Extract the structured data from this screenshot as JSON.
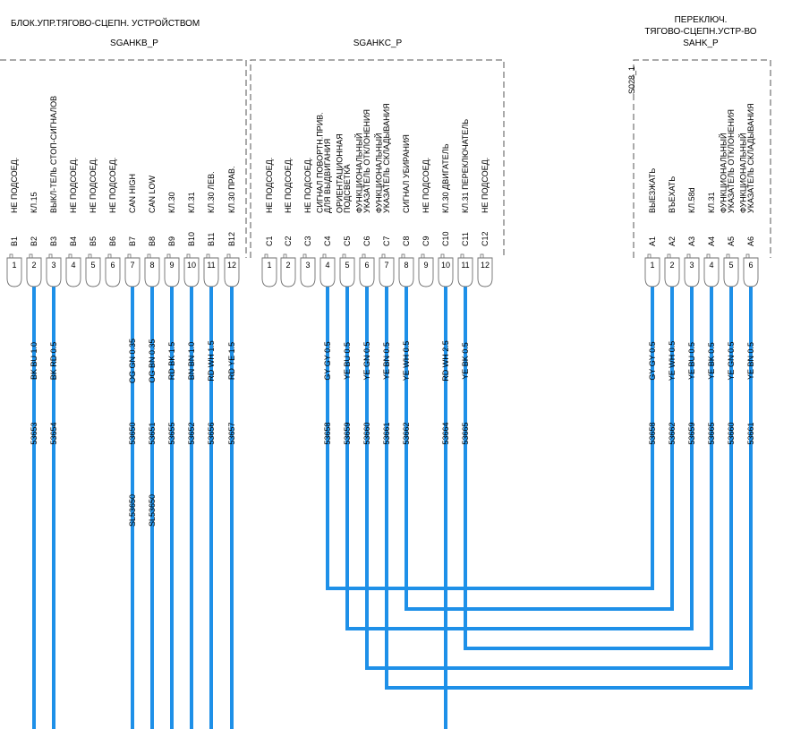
{
  "title": {
    "unit_name": "БЛОК.УПР.ТЯГОВО-СЦЕПН. УСТРОЙСТВОМ",
    "switch_name_lines": [
      "ПЕРЕКЛЮЧ.",
      "ТЯГОВО-СЦЕПН.УСТР-ВО"
    ]
  },
  "colors": {
    "wire": "#1e90e8",
    "outline": "#555555",
    "connector": "#6e6e6e"
  },
  "connectors": [
    {
      "id": "SGAHKB_P",
      "pins": [
        {
          "num": "1",
          "pin": "B1",
          "label": [
            "НЕ ПОДСОЕД."
          ]
        },
        {
          "num": "2",
          "pin": "B2",
          "label": [
            "КЛ.15"
          ],
          "wire": "BK BU 1.0",
          "circuit": "53653"
        },
        {
          "num": "3",
          "pin": "B3",
          "label": [
            "ВЫКЛ-ТЕЛЬ СТОП-СИГНАЛОВ"
          ],
          "wire": "BK RD 0.5",
          "circuit": "53654"
        },
        {
          "num": "4",
          "pin": "B4",
          "label": [
            "НЕ ПОДСОЕД."
          ]
        },
        {
          "num": "5",
          "pin": "B5",
          "label": [
            "НЕ ПОДСОЕД."
          ]
        },
        {
          "num": "6",
          "pin": "B6",
          "label": [
            "НЕ ПОДСОЕД."
          ]
        },
        {
          "num": "7",
          "pin": "B7",
          "label": [
            "CAN HIGH"
          ],
          "wire": "OG GN 0.35",
          "circuit": "53650",
          "splice": "SL53650"
        },
        {
          "num": "8",
          "pin": "B8",
          "label": [
            "CAN LOW"
          ],
          "wire": "OG BN 0.35",
          "circuit": "53651",
          "splice": "SL53650"
        },
        {
          "num": "9",
          "pin": "B9",
          "label": [
            "КЛ.30"
          ],
          "wire": "RD BK 1.5",
          "circuit": "53655"
        },
        {
          "num": "10",
          "pin": "B10",
          "label": [
            "КЛ.31"
          ],
          "wire": "BN BN 1.0",
          "circuit": "53652"
        },
        {
          "num": "11",
          "pin": "B11",
          "label": [
            "КЛ.30 ЛЕВ."
          ],
          "wire": "RD WH 1.5",
          "circuit": "53656"
        },
        {
          "num": "12",
          "pin": "B12",
          "label": [
            "КЛ.30 ПРАВ."
          ],
          "wire": "RD YE 1.5",
          "circuit": "53657"
        }
      ]
    },
    {
      "id": "SGAHKC_P",
      "pins": [
        {
          "num": "1",
          "pin": "C1",
          "label": [
            "НЕ ПОДСОЕД."
          ]
        },
        {
          "num": "2",
          "pin": "C2",
          "label": [
            "НЕ ПОДСОЕД."
          ]
        },
        {
          "num": "3",
          "pin": "C3",
          "label": [
            "НЕ ПОДСОЕД."
          ]
        },
        {
          "num": "4",
          "pin": "C4",
          "label": [
            "СИГНАЛ ПОВОРТН.ПРИВ.",
            "ДЛЯ ВЫДВИГАНИЯ"
          ],
          "wire": "GY GY 0.5",
          "circuit": "53658"
        },
        {
          "num": "5",
          "pin": "C5",
          "label": [
            "ОРИЕНТАЦИОННАЯ",
            "ПОДСВЕТКА"
          ],
          "wire": "YE BU 0.5",
          "circuit": "53659"
        },
        {
          "num": "6",
          "pin": "C6",
          "label": [
            "ФУНКЦИОНАЛЬНЫЙ",
            "УКАЗАТЕЛЬ ОТКЛОНЕНИЯ"
          ],
          "wire": "YE GN 0.5",
          "circuit": "53660"
        },
        {
          "num": "7",
          "pin": "C7",
          "label": [
            "ФУНКЦИОНАЛЬНЫЙ",
            "УКАЗАТЕЛЬ СКЛАДЫВАНИЯ"
          ],
          "wire": "YE BN 0.5",
          "circuit": "53661"
        },
        {
          "num": "8",
          "pin": "C8",
          "label": [
            "СИГНАЛ УБИРАНИЯ"
          ],
          "wire": "YE WH 0.5",
          "circuit": "53662"
        },
        {
          "num": "9",
          "pin": "C9",
          "label": [
            "НЕ ПОДСОЕД."
          ]
        },
        {
          "num": "10",
          "pin": "C10",
          "label": [
            "КЛ.30 ДВИГАТЕЛЬ"
          ],
          "wire": "RD WH 2.5",
          "circuit": "53664"
        },
        {
          "num": "11",
          "pin": "C11",
          "label": [
            "КЛ.31 ПЕРЕКЛЮЧАТЕЛЬ"
          ],
          "wire": "YE BK 0.5",
          "circuit": "53665"
        },
        {
          "num": "12",
          "pin": "C12",
          "label": [
            "НЕ ПОДСОЕД."
          ]
        }
      ]
    },
    {
      "id": "SAHK_P",
      "ground_ref": "S028_1",
      "pins": [
        {
          "num": "1",
          "pin": "A1",
          "label": [
            "ВЫЕЗЖАТЬ"
          ],
          "wire": "GY GY 0.5",
          "circuit": "53658"
        },
        {
          "num": "2",
          "pin": "A2",
          "label": [
            "ВЪЕХАТЬ"
          ],
          "wire": "YE WH 0.5",
          "circuit": "53662"
        },
        {
          "num": "3",
          "pin": "A3",
          "label": [
            "КЛ.58d"
          ],
          "wire": "YE BU 0.5",
          "circuit": "53659"
        },
        {
          "num": "4",
          "pin": "A4",
          "label": [
            "КЛ.31"
          ],
          "wire": "YE BK 0.5",
          "circuit": "53665"
        },
        {
          "num": "5",
          "pin": "A5",
          "label": [
            "ФУНКЦИОНАЛЬНЫЙ",
            "УКАЗАТЕЛЬ ОТКЛОНЕНИЯ"
          ],
          "wire": "YE GN 0.5",
          "circuit": "53660"
        },
        {
          "num": "6",
          "pin": "A6",
          "label": [
            "ФУНКЦИОНАЛЬНЫЙ",
            "УКАЗАТЕЛЬ СКЛАДЫВАНИЯ"
          ],
          "wire": "YE BN 0.5",
          "circuit": "53661"
        }
      ]
    }
  ],
  "links": [
    {
      "from": "SGAHKC_P.C4",
      "to": "SAHK_P.A1",
      "circuit": "53658"
    },
    {
      "from": "SGAHKC_P.C8",
      "to": "SAHK_P.A2",
      "circuit": "53662"
    },
    {
      "from": "SGAHKC_P.C5",
      "to": "SAHK_P.A3",
      "circuit": "53659"
    },
    {
      "from": "SGAHKC_P.C11",
      "to": "SAHK_P.A4",
      "circuit": "53665"
    },
    {
      "from": "SGAHKC_P.C6",
      "to": "SAHK_P.A5",
      "circuit": "53660"
    },
    {
      "from": "SGAHKC_P.C7",
      "to": "SAHK_P.A6",
      "circuit": "53661"
    }
  ]
}
